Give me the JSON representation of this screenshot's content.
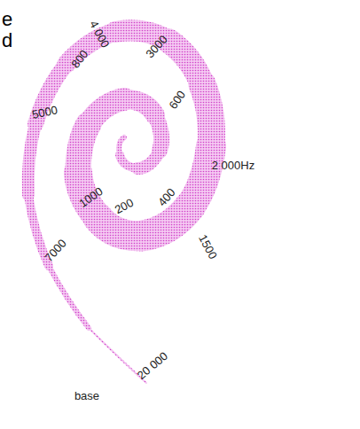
{
  "diagram": {
    "labels": [
      "e",
      "d",
      "4 000",
      "800",
      "3000",
      "600",
      "5000",
      "2 000Hz",
      "1000",
      "200",
      "400",
      "1500",
      "7000",
      "20 000",
      "base"
    ]
  }
}
